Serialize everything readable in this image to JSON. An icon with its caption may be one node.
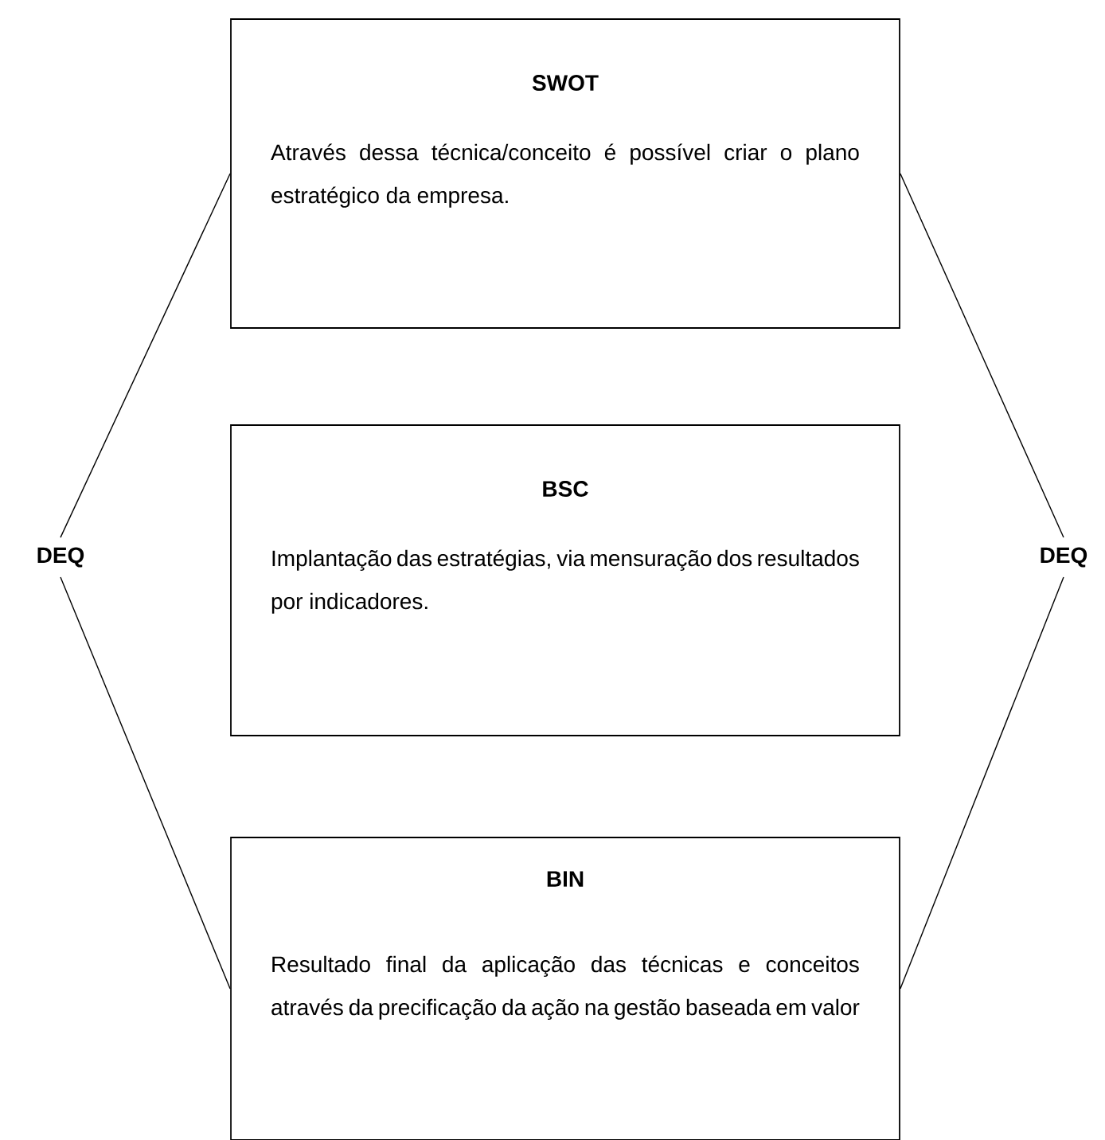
{
  "diagram": {
    "nodes": [
      {
        "text": [
          "SWOT",
          "Através dessa técnica/conceito é possível criar o plano estratégico da empresa."
        ]
      },
      {
        "text": [
          "BSC",
          "Implantação das estratégias, via mensuração dos resultados por indicadores."
        ]
      },
      {
        "text": [
          "BIN",
          "Resultado final da aplicação das técnicas e conceitos através da precificação da ação na gestão baseada em valor"
        ]
      },
      {
        "text": [
          "DEQ"
        ]
      },
      {
        "text": [
          "DEQ"
        ]
      }
    ],
    "edges": [
      {
        "from": 3,
        "to": 0,
        "arrow": "none"
      },
      {
        "from": 3,
        "to": 2,
        "arrow": "none"
      },
      {
        "from": 4,
        "to": 0,
        "arrow": "none"
      },
      {
        "from": 4,
        "to": 2,
        "arrow": "none"
      }
    ]
  }
}
